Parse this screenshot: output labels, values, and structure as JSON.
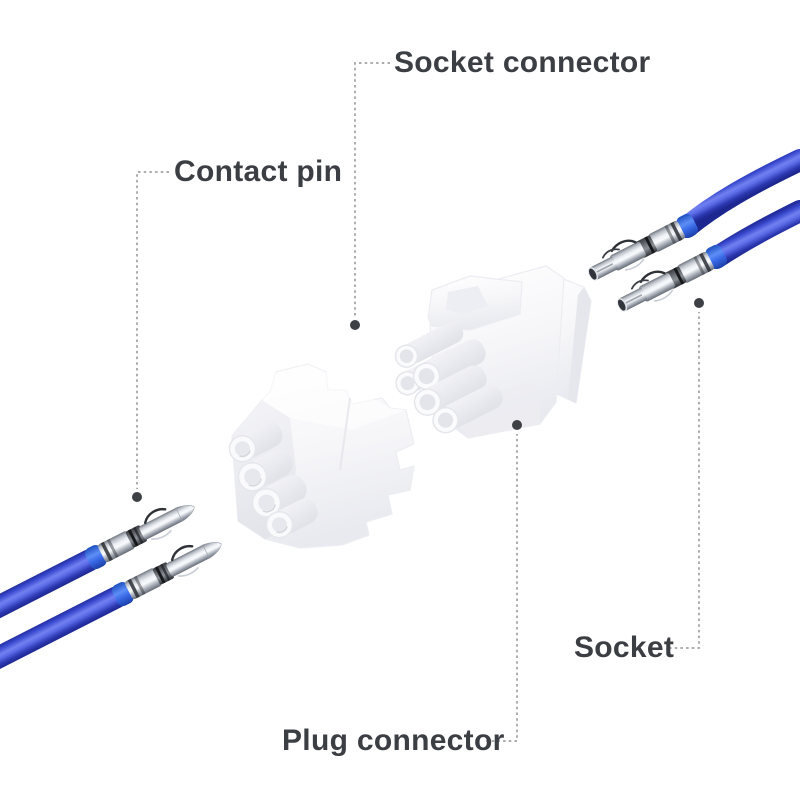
{
  "figure": {
    "background": "#ffffff",
    "callouts": [
      {
        "id": "socket-connector",
        "label": "Socket connector",
        "points_to": "socket-connector-housing"
      },
      {
        "id": "contact-pin",
        "label": "Contact pin",
        "points_to": "contact-pins"
      },
      {
        "id": "socket",
        "label": "Socket",
        "points_to": "socket-contacts"
      },
      {
        "id": "plug-connector",
        "label": "Plug connector",
        "points_to": "plug-connector-housing"
      }
    ],
    "colors": {
      "label_text": "#3b3e43",
      "leader_line": "#a0a0a4",
      "leader_dot": "#3d4045",
      "wire_blue": "#4152dd",
      "wire_ring_blue": "#2f6ae8",
      "contact_metal": "#d7dbe1",
      "housing_white": "#f6f6f8"
    }
  }
}
